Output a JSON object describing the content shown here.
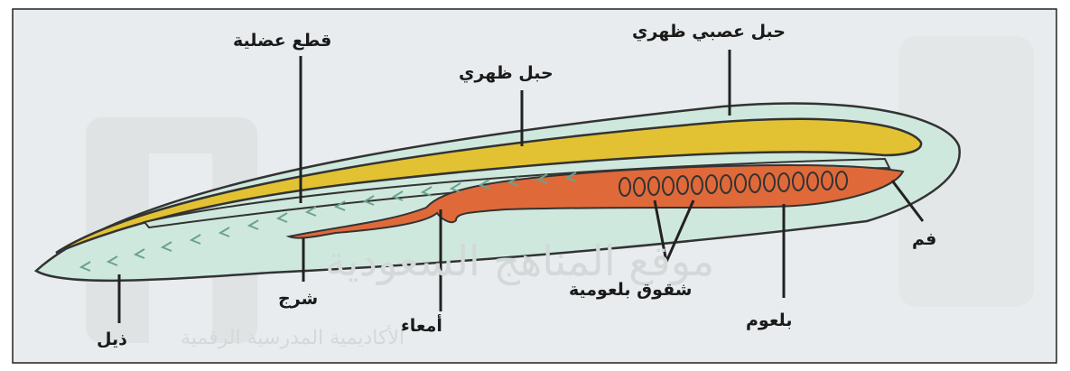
{
  "watermark": {
    "site_name": "موقع المناهج السعودية",
    "footer_text": "الأكاديمية المدرسية الرقمية"
  },
  "labels": {
    "muscle_segments": "قطع عضلية",
    "dorsal_nerve_cord": "حبل عصبي ظهري",
    "notochord": "حبل ظهري",
    "mouth": "فم",
    "pharyngeal_slits": "شقوق بلعومية",
    "pharynx": "بلعوم",
    "intestines": "أمعاء",
    "anus": "شرج",
    "tail": "ذيل"
  },
  "colors": {
    "background": "#e9ecee",
    "body_fill": "#cfe8de",
    "nerve_cord": "#e2c232",
    "digestive": "#e0693a",
    "outline": "#333333"
  }
}
